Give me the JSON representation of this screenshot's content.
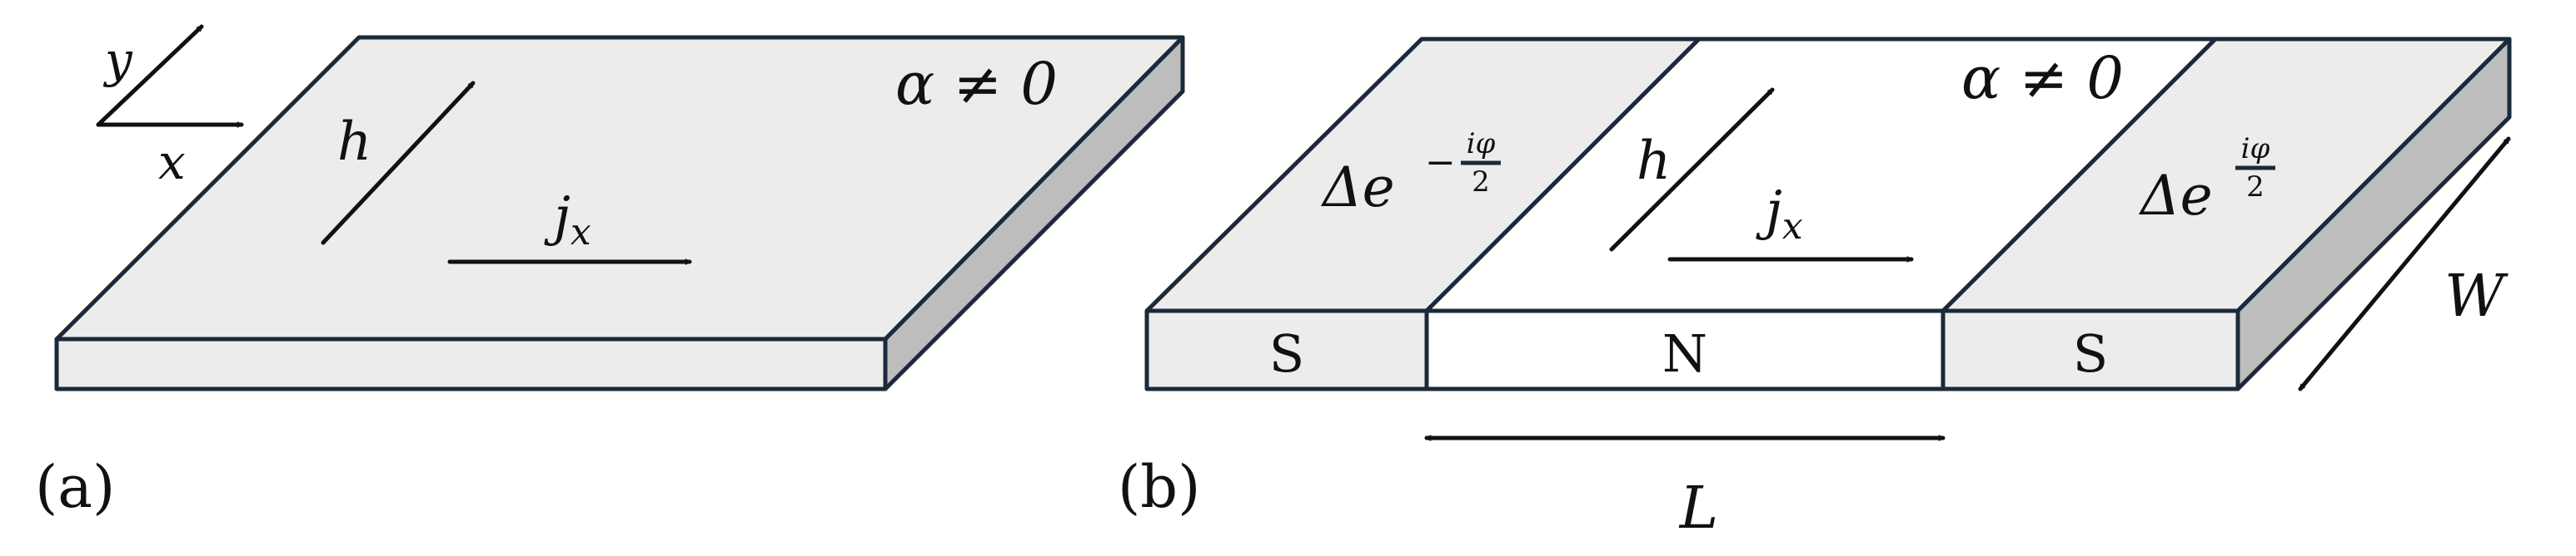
{
  "panel_a": {
    "label": "(a)",
    "axis_y": "y",
    "axis_x": "x",
    "field": "h",
    "current": "j",
    "current_sub": "x",
    "rashba": "α ≠ 0"
  },
  "panel_b": {
    "label": "(b)",
    "field": "h",
    "current": "j",
    "current_sub": "x",
    "rashba": "α ≠ 0",
    "left_region": "S",
    "middle_region": "N",
    "right_region": "S",
    "left_gap": "Δe",
    "left_gap_exp": "−",
    "right_gap": "Δe",
    "exp_num": "iφ",
    "exp_den": "2",
    "length": "L",
    "width": "W"
  }
}
